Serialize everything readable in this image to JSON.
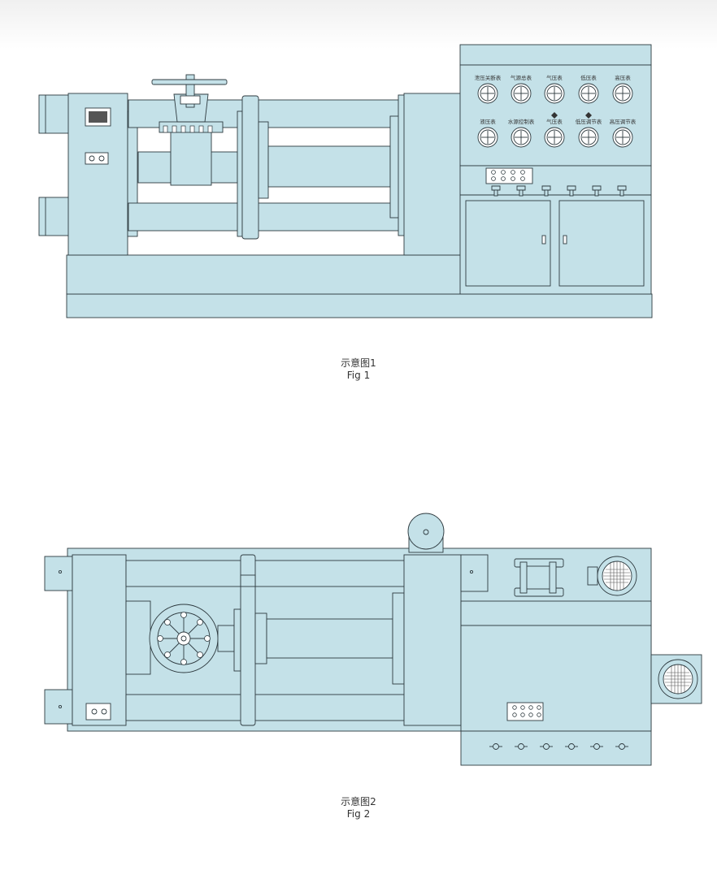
{
  "figures": [
    {
      "caption_cn": "示意图1",
      "caption_en": "Fig 1"
    },
    {
      "caption_cn": "示意图2",
      "caption_en": "Fig 2"
    }
  ],
  "gauges": [
    "泄压关断表",
    "气源总表",
    "气压表",
    "低压表",
    "高压表",
    "液压表",
    "水源控制表",
    "气压表",
    "低压调节表",
    "高压调节表"
  ],
  "colors": {
    "machine_fill": "#c4e1e8",
    "outline": "#2e3a3f",
    "background": "#ffffff"
  }
}
